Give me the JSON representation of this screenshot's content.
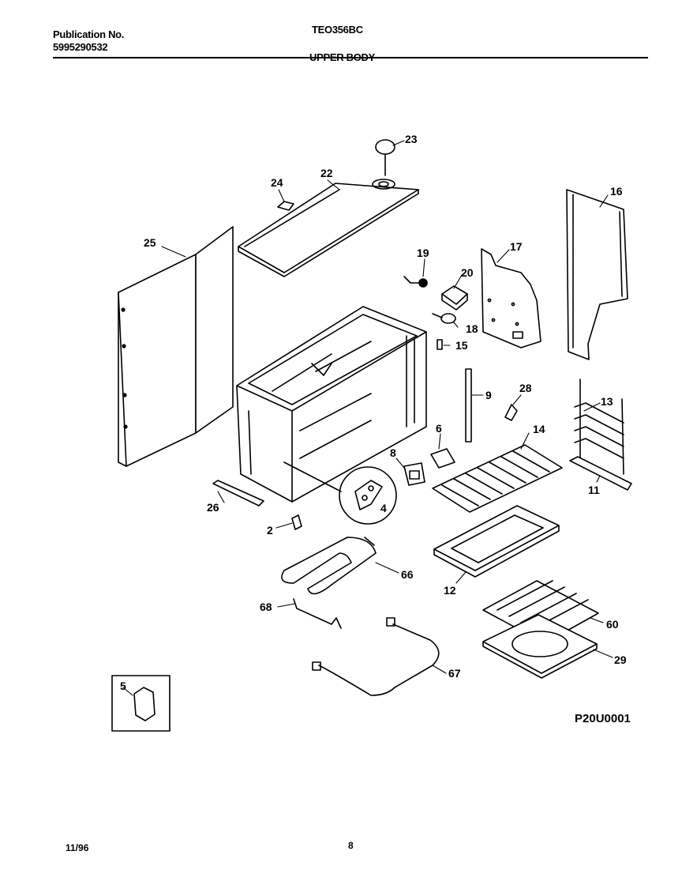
{
  "header": {
    "publication_label": "Publication No.",
    "publication_number": "5995290532",
    "model": "TEO356BC",
    "section": "UPPER BODY"
  },
  "diagram": {
    "code": "P20U0001",
    "callouts": [
      "23",
      "24",
      "22",
      "16",
      "25",
      "19",
      "17",
      "20",
      "18",
      "15",
      "9",
      "28",
      "13",
      "6",
      "14",
      "8",
      "4",
      "26",
      "2",
      "11",
      "66",
      "12",
      "68",
      "60",
      "29",
      "67",
      "5"
    ]
  },
  "footer": {
    "date": "11/96",
    "page": "8"
  }
}
